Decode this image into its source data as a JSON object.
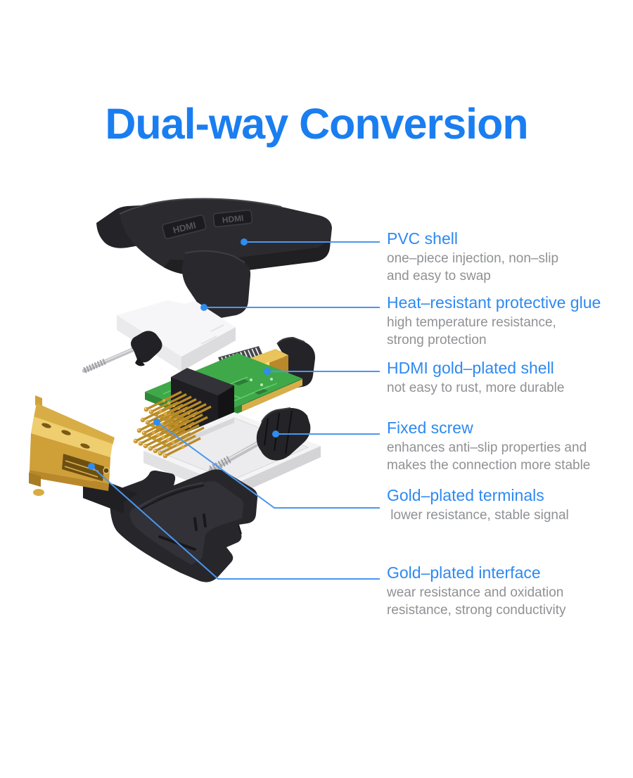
{
  "title": "Dual-way Conversion",
  "colors": {
    "title_blue": "#1a7ef0",
    "accent_blue": "#2e89f1",
    "text_gray": "#8f9194",
    "line_blue": "#4a97f0",
    "dot_blue": "#2f8cf0",
    "pcb_green": "#3fa94a",
    "gold": "#cf9f38",
    "shell_black": "#28282c",
    "white_part": "#f4f4f5",
    "background": "#ffffff"
  },
  "diagram": {
    "hdmi_logo": "HDMI"
  },
  "callouts": [
    {
      "heading": "PVC shell",
      "lines": [
        "one–piece injection, non–slip",
        "and easy to swap"
      ]
    },
    {
      "heading": "Heat–resistant protective glue",
      "lines": [
        "high temperature resistance,",
        "strong protection"
      ]
    },
    {
      "heading": "HDMI gold–plated shell",
      "lines": [
        "not easy to rust, more durable"
      ]
    },
    {
      "heading": "Fixed screw",
      "lines": [
        "enhances anti–slip properties and",
        "makes the connection more stable"
      ]
    },
    {
      "heading": "Gold–plated terminals",
      "lines": [
        " lower resistance, stable signal"
      ]
    },
    {
      "heading": "Gold–plated interface",
      "lines": [
        "wear resistance and oxidation",
        "resistance, strong conductivity"
      ]
    }
  ]
}
